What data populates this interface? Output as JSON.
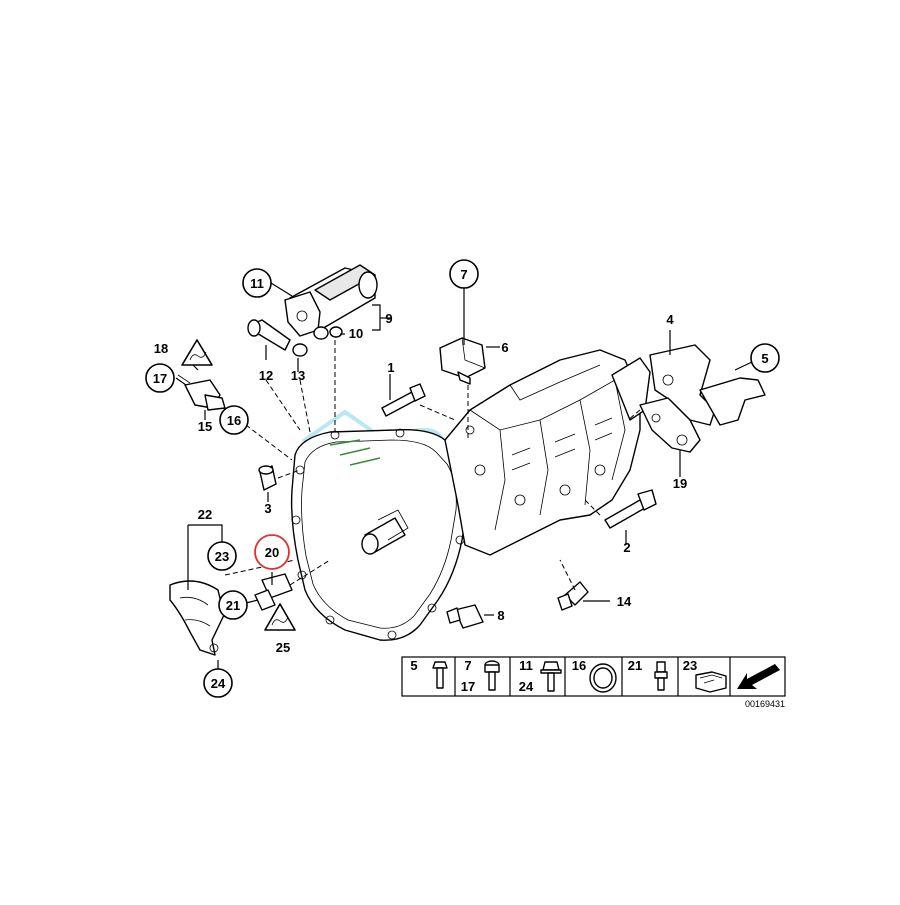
{
  "diagram": {
    "diagram_number": "00169431",
    "highlighted_callout": "20",
    "watermark": "SQt",
    "colors": {
      "highlight": "#e0302a",
      "watermark": "#7fd6e6",
      "line": "#000000"
    },
    "callouts": [
      {
        "id": "c1",
        "label": "1",
        "style": "plain"
      },
      {
        "id": "c2",
        "label": "2",
        "style": "plain"
      },
      {
        "id": "c3",
        "label": "3",
        "style": "plain"
      },
      {
        "id": "c4",
        "label": "4",
        "style": "plain"
      },
      {
        "id": "c5",
        "label": "5",
        "style": "circle"
      },
      {
        "id": "c6",
        "label": "6",
        "style": "plain"
      },
      {
        "id": "c7",
        "label": "7",
        "style": "circle"
      },
      {
        "id": "c8",
        "label": "8",
        "style": "plain"
      },
      {
        "id": "c9",
        "label": "9",
        "style": "plain"
      },
      {
        "id": "c10",
        "label": "10",
        "style": "plain"
      },
      {
        "id": "c11",
        "label": "11",
        "style": "circle"
      },
      {
        "id": "c12",
        "label": "12",
        "style": "plain"
      },
      {
        "id": "c13",
        "label": "13",
        "style": "plain"
      },
      {
        "id": "c14",
        "label": "14",
        "style": "plain"
      },
      {
        "id": "c15",
        "label": "15",
        "style": "plain"
      },
      {
        "id": "c16",
        "label": "16",
        "style": "circle"
      },
      {
        "id": "c17",
        "label": "17",
        "style": "circle"
      },
      {
        "id": "c18",
        "label": "18",
        "style": "plain"
      },
      {
        "id": "c19",
        "label": "19",
        "style": "plain"
      },
      {
        "id": "c20",
        "label": "20",
        "style": "circle-highlight"
      },
      {
        "id": "c21",
        "label": "21",
        "style": "circle"
      },
      {
        "id": "c22",
        "label": "22",
        "style": "plain"
      },
      {
        "id": "c23",
        "label": "23",
        "style": "circle"
      },
      {
        "id": "c24",
        "label": "24",
        "style": "circle"
      },
      {
        "id": "c25",
        "label": "25",
        "style": "plain"
      }
    ],
    "legend": [
      {
        "labels": [
          "5"
        ],
        "icon": "bolt-hex-icon"
      },
      {
        "labels": [
          "7",
          "17"
        ],
        "icon": "bolt-allen-icon"
      },
      {
        "labels": [
          "11",
          "24"
        ],
        "icon": "bolt-flange-icon"
      },
      {
        "labels": [
          "16"
        ],
        "icon": "seal-ring-icon"
      },
      {
        "labels": [
          "21"
        ],
        "icon": "stud-bolt-icon"
      },
      {
        "labels": [
          "23"
        ],
        "icon": "clip-nut-icon"
      },
      {
        "labels": [],
        "icon": "direction-arrow-icon"
      }
    ]
  }
}
